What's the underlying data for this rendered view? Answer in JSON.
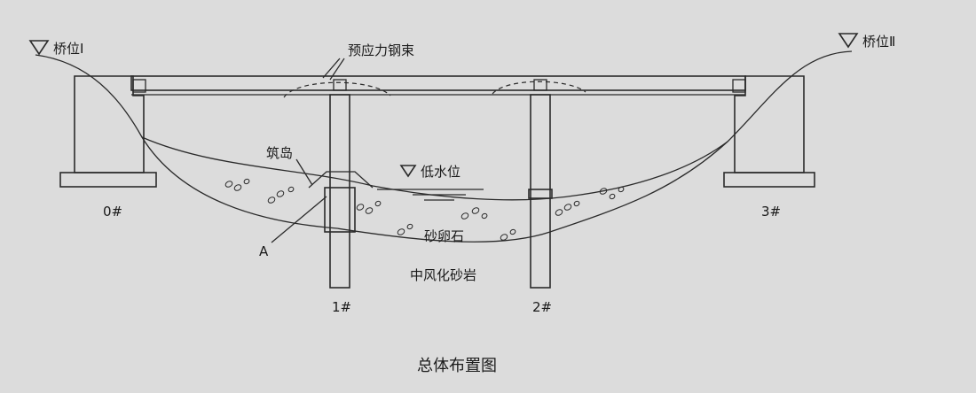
{
  "labels": {
    "bridge_position_1": "桥位Ⅰ",
    "bridge_position_2": "桥位Ⅱ",
    "prestress_tendon": "预应力钢束",
    "cofferdam_island": "筑岛",
    "low_water_level": "低水位",
    "sand_gravel": "砂卵石",
    "weathered_sandstone": "中风化砂岩",
    "point_a": "A",
    "pier_0": "0#",
    "pier_1": "1#",
    "pier_2": "2#",
    "pier_3": "3#"
  },
  "caption": "总体布置图"
}
